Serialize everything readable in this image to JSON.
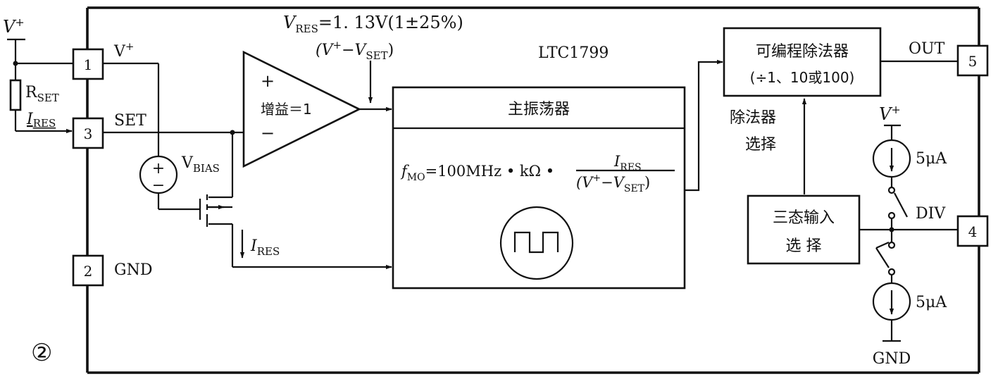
{
  "labels": {
    "vplus_ext": "V",
    "vplus_sup": "+",
    "rset_main": "R",
    "rset_sub": "SET",
    "ires_main": "I",
    "ires_sub": "RES",
    "pin1_vplus_main": "V",
    "pin1_vplus_sup": "+",
    "set_label": "SET",
    "gnd_label": "GND",
    "vbias_main": "V",
    "vbias_sub": "BIAS",
    "vres_main": "V",
    "vres_sub": "RES",
    "vres_value": "=1. 13V(1±25%)",
    "vres_paren_open": "(V",
    "vres_paren_sup": "+",
    "vres_paren_mid": "−V",
    "vres_paren_sub": "SET",
    "vres_paren_close": ")",
    "chip_name": "LTC1799",
    "amp_plus": "+",
    "amp_gain": "增益＝1",
    "amp_minus": "−",
    "osc_title": "主振荡器",
    "formula_f": "f",
    "formula_sub": "MO",
    "formula_main": "=100MHz • kΩ •",
    "formula_num_main": "I",
    "formula_num_sub": "RES",
    "formula_den_open": "(V",
    "formula_den_sup": "+",
    "formula_den_mid": "−V",
    "formula_den_sub": "SET",
    "formula_den_close": ")",
    "mirror_ires_main": "I",
    "mirror_ires_sub": "RES",
    "divider_title": "可编程除法器",
    "divider_sub": "(÷1、10或100)",
    "divsel_line1": "除法器",
    "divsel_line2": "选择",
    "tristate_line1": "三态输入",
    "tristate_line2": "选 择",
    "out_label": "OUT",
    "div_label": "DIV",
    "vplus_div_main": "V",
    "vplus_div_sup": "+",
    "current_top": "5μA",
    "current_bottom": "5μA",
    "gnd_bottom": "GND",
    "figure_number": "②",
    "vbias_plus": "+",
    "vbias_minus": "−"
  },
  "pins": {
    "p1": "1",
    "p2": "2",
    "p3": "3",
    "p4": "4",
    "p5": "5"
  }
}
